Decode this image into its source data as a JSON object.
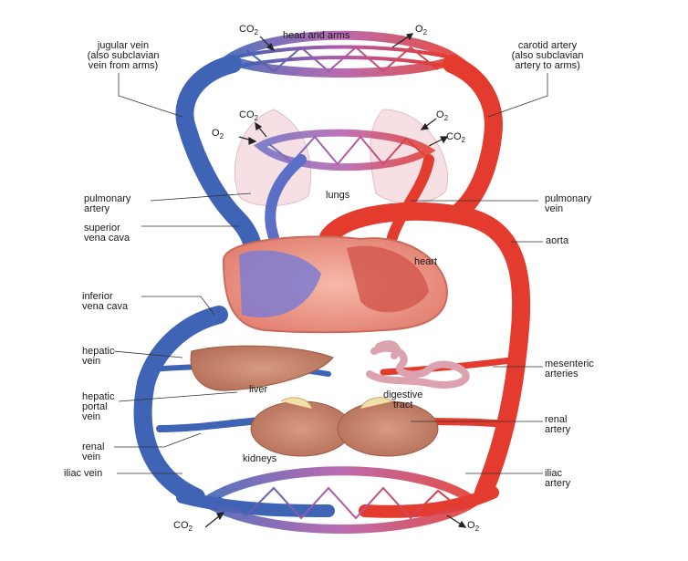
{
  "labels": {
    "head_and_arms": "head and arms",
    "jugular_vein": "jugular vein\n(also subclavian\nvein from arms)",
    "carotid_artery": "carotid artery\n(also subclavian\nartery to arms)",
    "pulmonary_artery": "pulmonary\nartery",
    "lungs": "lungs",
    "pulmonary_vein": "pulmonary\nvein",
    "superior_vena_cava": "superior\nvena cava",
    "aorta": "aorta",
    "heart": "heart",
    "inferior_vena_cava": "inferior\nvena cava",
    "hepatic_vein": "hepatic\nvein",
    "mesenteric_arteries": "mesenteric\narteries",
    "liver": "liver",
    "digestive_tract": "digestive\ntract",
    "hepatic_portal_vein": "hepatic\nportal\nvein",
    "renal_artery": "renal\nartery",
    "renal_vein": "renal\nvein",
    "kidneys": "kidneys",
    "iliac_vein": "iliac vein",
    "iliac_artery": "iliac\nartery"
  },
  "gases": {
    "co2_top": "CO",
    "o2_top": "O",
    "co2_lung_left": "CO",
    "o2_lung_left": "O",
    "o2_lung_right": "O",
    "co2_lung_right": "CO",
    "co2_bottom": "CO",
    "o2_bottom": "O",
    "sub": "2"
  },
  "colors": {
    "vein": "#3f63b5",
    "artery": "#e33b2e",
    "capillary_mix": "#b35aa8",
    "organ_fill": "#c9826b",
    "lung_fill": "#f3d6dc",
    "heart_fill": "#f0a08f"
  }
}
